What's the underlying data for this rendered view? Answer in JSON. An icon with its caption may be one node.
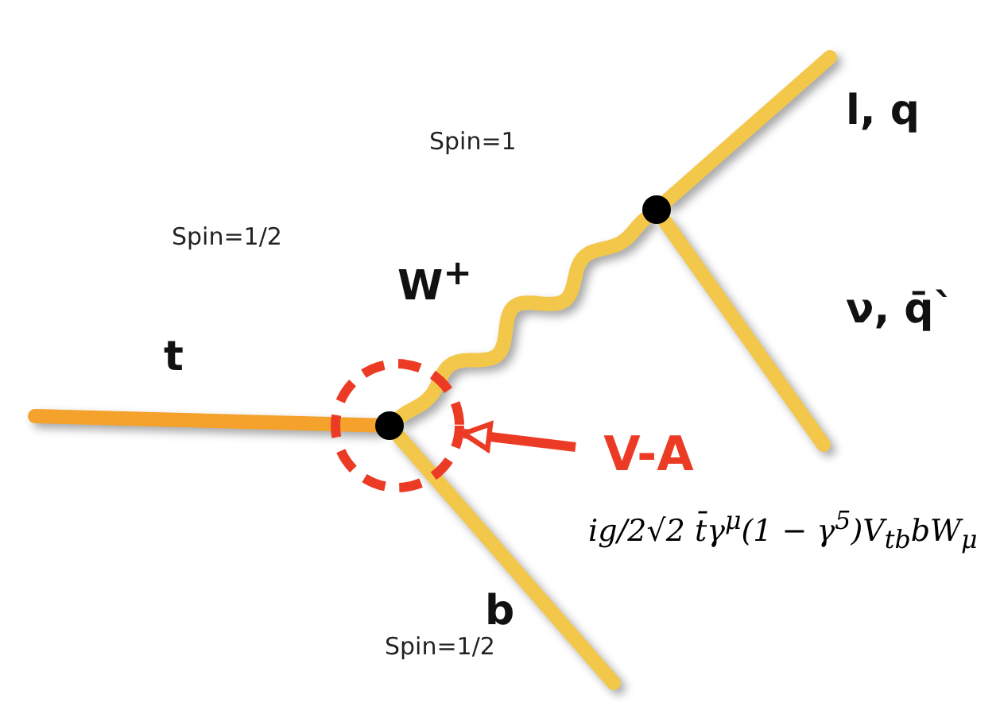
{
  "diagram": {
    "nodes": [
      {
        "text": [],
        "shape": "circle"
      },
      {
        "text": [],
        "shape": "circle",
        "in": 0
      },
      {
        "text": [],
        "shape": "circle"
      },
      {
        "text": [
          "V-A"
        ]
      }
    ],
    "edges": [
      {
        "from": null,
        "to": 1,
        "arrow": "none",
        "label": "t",
        "color": "#f4a22c"
      },
      {
        "from": 1,
        "to": null,
        "arrow": "none",
        "label": "b"
      },
      {
        "from": 1,
        "to": 2,
        "arrow": "none",
        "label": "W$^{+}$"
      },
      {
        "from": 2,
        "to": null,
        "arrow": "none",
        "label": "l, q"
      },
      {
        "from": 2,
        "to": null,
        "arrow": "none",
        "label": "ν, q̄`"
      },
      {
        "from": 3,
        "to": 0,
        "arrow": "to",
        "color": "#ec3b25"
      }
    ],
    "labels": [
      "Spin=1",
      "Spin=1/2",
      "ig/2√2 t̄γ$^{μ}$(1 − γ$^{5}$)V$_{tb}$bW$_{μ}$",
      "Spin=1/2"
    ]
  }
}
